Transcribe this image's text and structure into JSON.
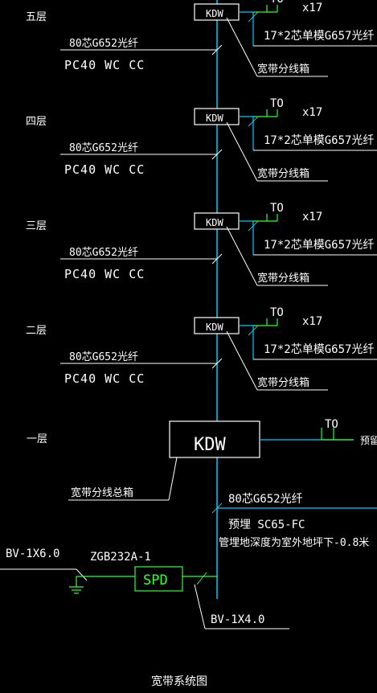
{
  "colors": {
    "bg": "#000000",
    "riser": "#00ccff",
    "line": "#ffffff",
    "green": "#33ff33"
  },
  "floors": [
    {
      "label": "五层",
      "box": "KDW",
      "fiber": "80芯G652光纤",
      "conduit": "PC40 WC CC",
      "outlet": "TO",
      "count": "x17",
      "cable": "17*2芯单模G657光纤",
      "dist": "宽带分线箱"
    },
    {
      "label": "四层",
      "box": "KDW",
      "fiber": "80芯G652光纤",
      "conduit": "PC40 WC CC",
      "outlet": "TO",
      "count": "x17",
      "cable": "17*2芯单模G657光纤",
      "dist": "宽带分线箱"
    },
    {
      "label": "三层",
      "box": "KDW",
      "fiber": "80芯G652光纤",
      "conduit": "PC40 WC CC",
      "outlet": "TO",
      "count": "x17",
      "cable": "17*2芯单模G657光纤",
      "dist": "宽带分线箱"
    },
    {
      "label": "二层",
      "box": "KDW",
      "fiber": "80芯G652光纤",
      "conduit": "PC40 WC CC",
      "outlet": "TO",
      "count": "x17",
      "cable": "17*2芯单模G657光纤",
      "dist": "宽带分线箱"
    }
  ],
  "ground": {
    "label": "一层",
    "box": "KDW",
    "outlet": "TO",
    "outlet_note": "预留",
    "main_box": "宽带分线总箱",
    "fiber": "80芯G652光纤",
    "conduit": "预埋 SC65-FC",
    "depth": "管埋地深度为室外地坪下-0.8米",
    "bv1": "BV-1X6.0",
    "zgb": "ZGB232A-1",
    "spd": "SPD",
    "bv2": "BV-1X4.0"
  },
  "title": "宽带系统图"
}
